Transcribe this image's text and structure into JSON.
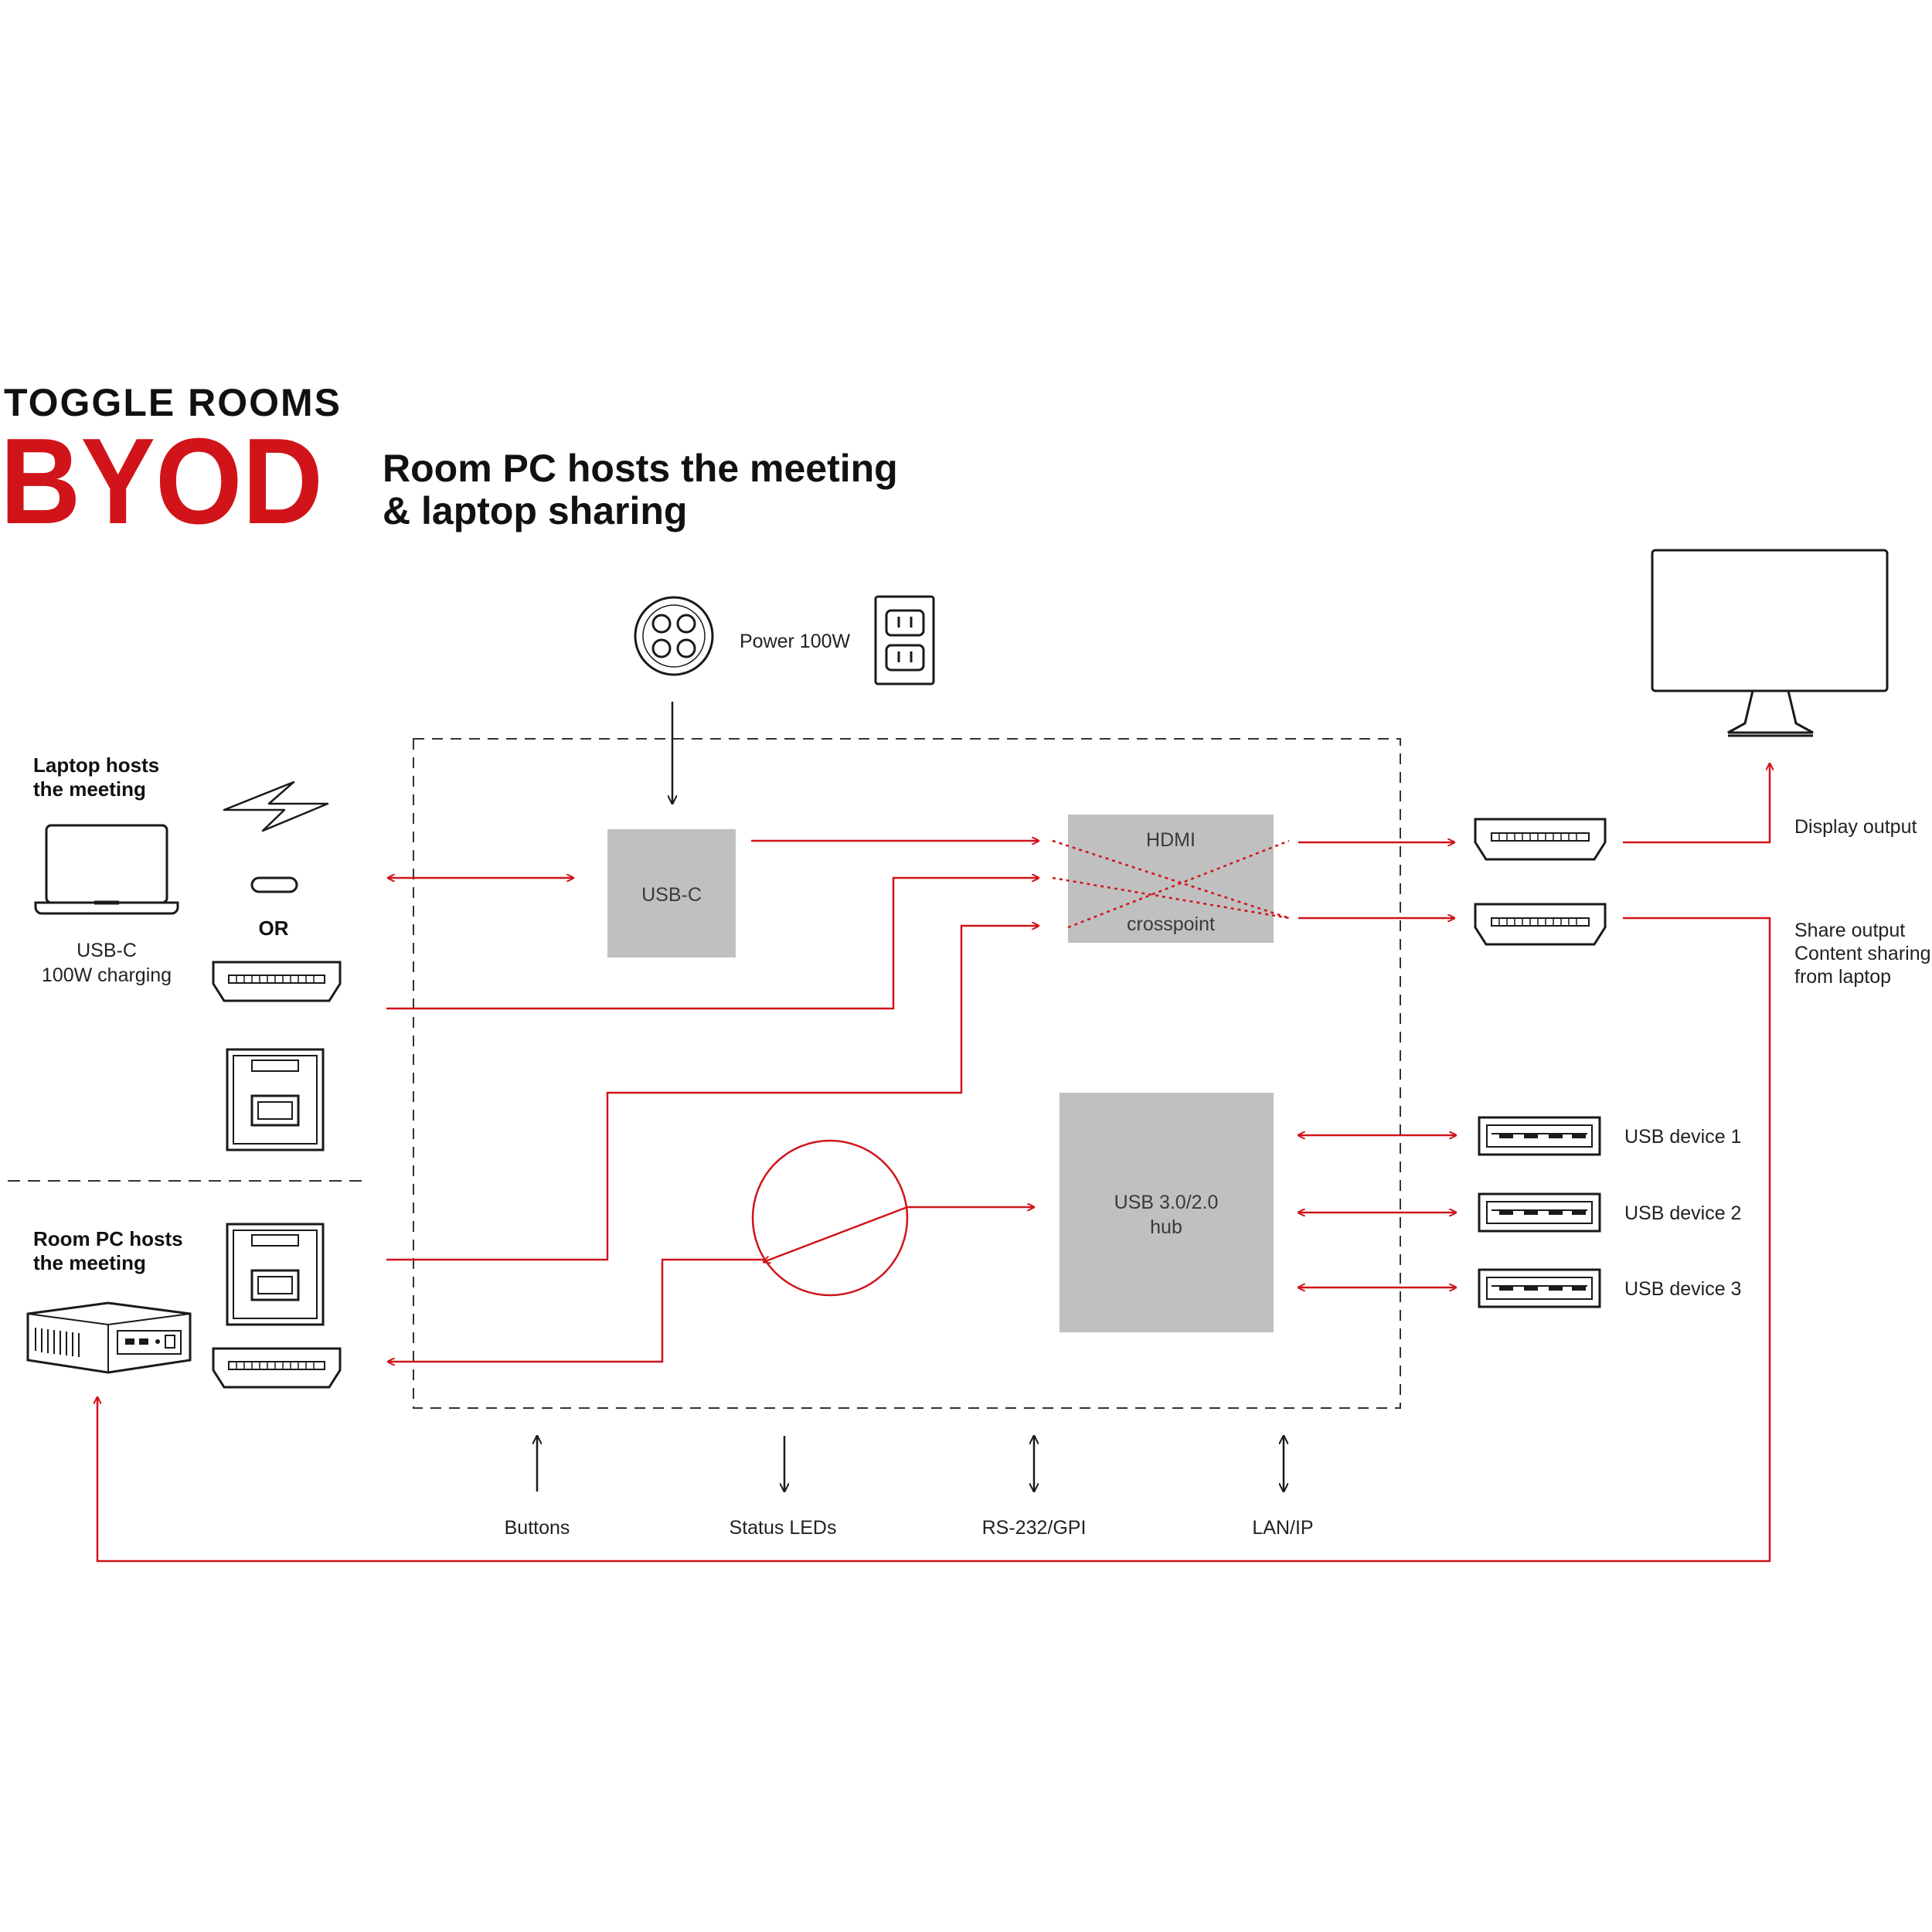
{
  "header": {
    "brand_top": "TOGGLE ROOMS",
    "brand_main": "BYOD",
    "subtitle_line1": "Room PC hosts the meeting",
    "subtitle_line2": "& laptop sharing"
  },
  "power": {
    "label": "Power 100W"
  },
  "left_sources": {
    "laptop_label_line1": "Laptop hosts",
    "laptop_label_line2": "the meeting",
    "usbc_label_line1": "USB-C",
    "usbc_label_line2": "100W charging",
    "or_label": "OR",
    "roompc_label_line1": "Room PC hosts",
    "roompc_label_line2": "the meeting"
  },
  "blocks": {
    "usbc": "USB-C",
    "hdmi_top": "HDMI",
    "hdmi_bottom": "crosspoint",
    "usbhub_line1": "USB 3.0/2.0",
    "usbhub_line2": "hub"
  },
  "outputs": {
    "display": "Display output",
    "share_line1": "Share output",
    "share_line2": "Content sharing",
    "share_line3": "from laptop",
    "usb_device_1": "USB device 1",
    "usb_device_2": "USB device 2",
    "usb_device_3": "USB device 3"
  },
  "controls": {
    "buttons": "Buttons",
    "status_leds": "Status LEDs",
    "rs232": "RS-232/GPI",
    "lan": "LAN/IP"
  },
  "colors": {
    "accent": "#d0141a",
    "block_fill": "#c0c0c0",
    "line": "#1a1a1a"
  }
}
